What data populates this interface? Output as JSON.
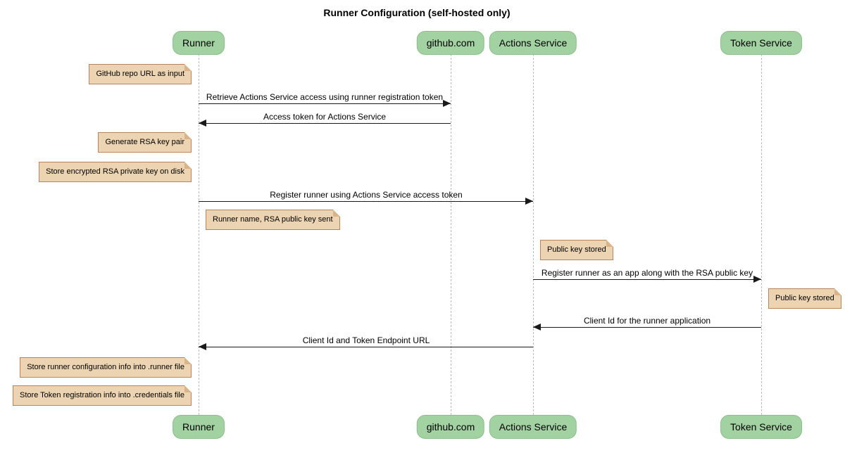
{
  "title": "Runner Configuration (self-hosted only)",
  "diagram_type": "sequence",
  "colors": {
    "participant_fill": "#A3D2A2",
    "participant_border": "#8CBE8C",
    "note_fill": "#ECD4B2",
    "note_border": "#B8845F",
    "note_fold": "#D9B489",
    "lifeline": "#BBBBBB",
    "arrow": "#1A1A1A",
    "text": "#000000"
  },
  "participants": [
    {
      "id": "runner",
      "label": "Runner"
    },
    {
      "id": "github",
      "label": "github.com"
    },
    {
      "id": "actions",
      "label": "Actions Service"
    },
    {
      "id": "token",
      "label": "Token Service"
    }
  ],
  "messages": [
    {
      "from": "Runner",
      "to": "github.com",
      "text": "Retrieve Actions Service access using runner registration token"
    },
    {
      "from": "github.com",
      "to": "Runner",
      "text": "Access token for Actions Service"
    },
    {
      "from": "Runner",
      "to": "Actions Service",
      "text": "Register runner using Actions Service access token"
    },
    {
      "from": "Actions Service",
      "to": "Token Service",
      "text": "Register runner as an app along with the RSA public key"
    },
    {
      "from": "Token Service",
      "to": "Actions Service",
      "text": "Client Id for the runner application"
    },
    {
      "from": "Actions Service",
      "to": "Runner",
      "text": "Client Id and Token Endpoint URL"
    }
  ],
  "notes": [
    {
      "position": "left of Runner",
      "text": "GitHub repo URL as input"
    },
    {
      "position": "left of Runner",
      "text": "Generate RSA key pair"
    },
    {
      "position": "left of Runner",
      "text": "Store encrypted RSA private key on disk"
    },
    {
      "position": "right of Runner",
      "text": "Runner name, RSA public key sent"
    },
    {
      "position": "right of Actions Service",
      "text": "Public key stored"
    },
    {
      "position": "right of Token Service",
      "text": "Public key stored"
    },
    {
      "position": "left of Runner",
      "text": "Store runner configuration info into .runner file"
    },
    {
      "position": "left of Runner",
      "text": "Store Token registration info into .credentials file"
    }
  ]
}
